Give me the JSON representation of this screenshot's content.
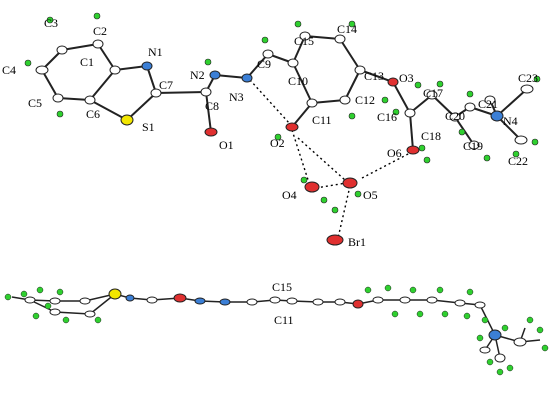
{
  "top_view": {
    "labels": {
      "c1": "C1",
      "c2": "C2",
      "c3": "C3",
      "c4": "C4",
      "c5": "C5",
      "c6": "C6",
      "c7": "C7",
      "c8": "C8",
      "c9": "C9",
      "c10": "C10",
      "c11": "C11",
      "c12": "C12",
      "c13": "C13",
      "c14": "C14",
      "c15": "C15",
      "c16": "C16",
      "c17": "C17",
      "c18": "C18",
      "c19": "C19",
      "c20": "C20",
      "c21": "C21",
      "c22": "C22",
      "c23": "C23",
      "n1": "N1",
      "n2": "N2",
      "n3": "N3",
      "n4": "N4",
      "o1": "O1",
      "o2": "O2",
      "o3": "O3",
      "o4": "O4",
      "o5": "O5",
      "o6": "O6",
      "s1": "S1",
      "br1": "Br1"
    }
  },
  "side_view": {
    "labels": {
      "c15": "C15",
      "c11": "C11"
    }
  },
  "colors": {
    "carbon": "#ffffff",
    "nitrogen": "#3b7fd6",
    "oxygen": "#e03030",
    "sulfur": "#f2e600",
    "hydrogen": "#2fd02f",
    "bromine": "#e03030",
    "bond": "#222222"
  }
}
